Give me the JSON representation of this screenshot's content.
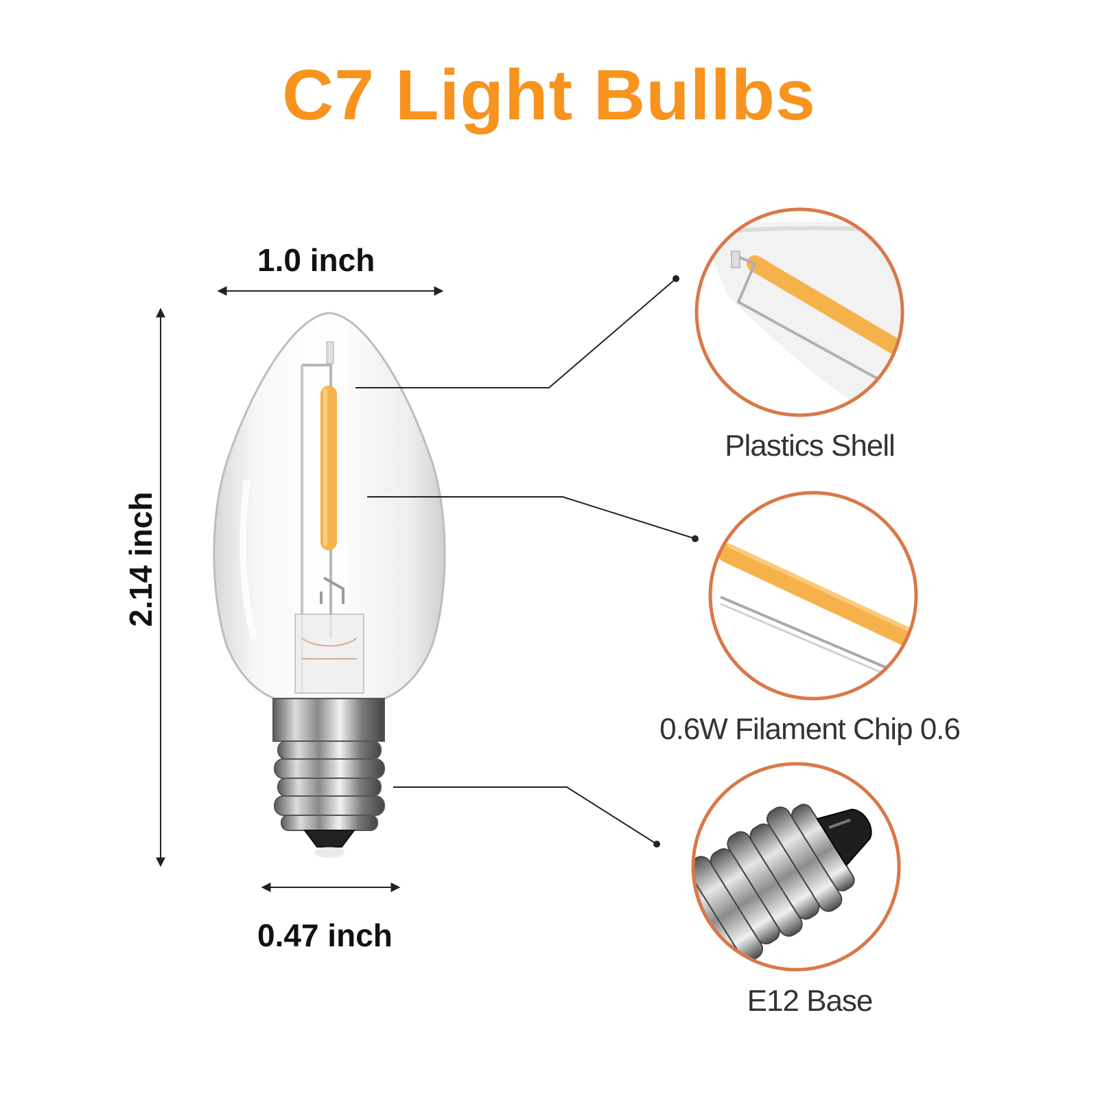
{
  "title": "C7 Light Bullbs",
  "dimensions": {
    "width": "1.0 inch",
    "height": "2.14 inch",
    "base_width": "0.47 inch"
  },
  "callouts": {
    "shell": "Plastics Shell",
    "chip": "0.6W Filament Chip 0.6",
    "base": "E12 Base"
  },
  "colors": {
    "title": "#f7931e",
    "filament": "#f6b24a",
    "ring": "#d9784a"
  }
}
